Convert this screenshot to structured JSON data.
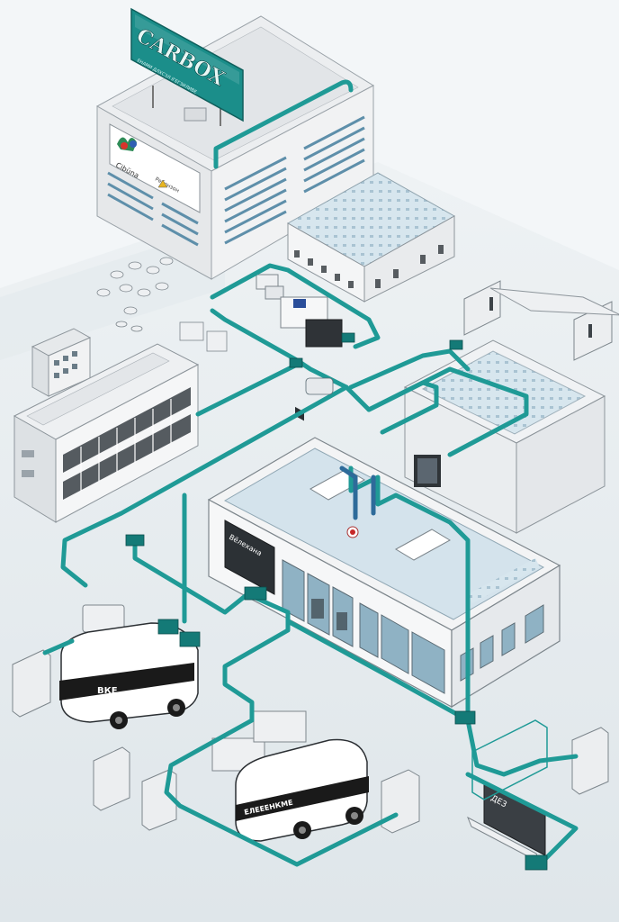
{
  "sign": {
    "brand": "CARBOX",
    "tagline": "ЕНАМИ ДЛХСЗЛ ІГЕГЗИЛИВЕ"
  },
  "building_logo": {
    "label": "Cibüna",
    "panel_text": "Ребонзон"
  },
  "shop_window_text": "Вёлехана",
  "truck_left_text": "ВКЕ",
  "truck_right_text": "ЕЛЕЕЕНКМЕ",
  "kiosk_text": "ДЕЗ",
  "colors": {
    "pipe": "#1f9a96",
    "pipe_dark": "#147a77",
    "building_wall": "#f4f5f6",
    "building_shade": "#d9dde1",
    "roof_panel": "#cfe0ea",
    "ground": "#e7ecef",
    "sign_bg": "#1b8e8a",
    "window": "#8fb2c4",
    "truck_body": "#ffffff",
    "truck_band": "#1a1a1a"
  },
  "icons": [
    "logo-icon",
    "warning-icon",
    "alert-icon"
  ]
}
